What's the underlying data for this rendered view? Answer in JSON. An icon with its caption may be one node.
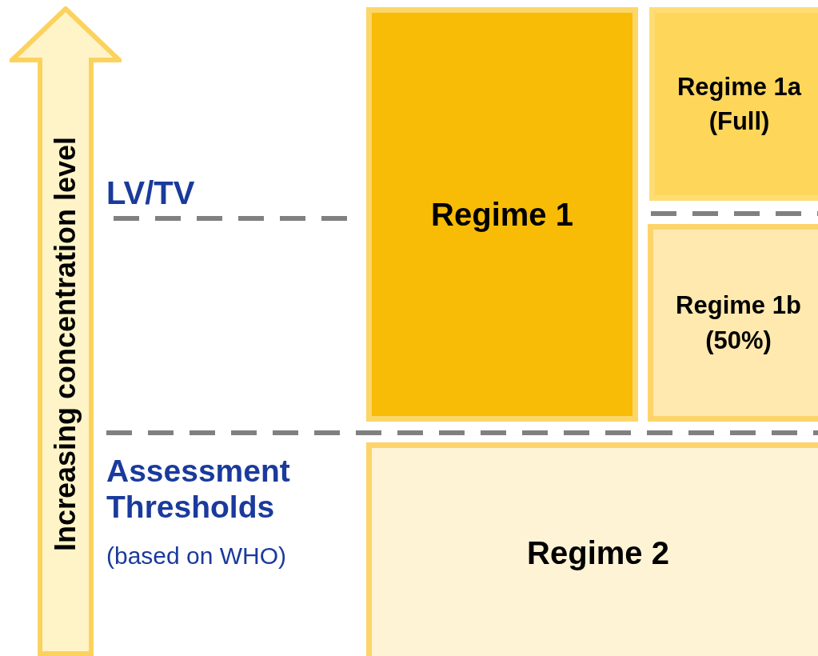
{
  "diagram": {
    "nodes": [
      {
        "text": [
          "Increasing concentration level"
        ]
      },
      {
        "text": [
          "Regime 1"
        ]
      },
      {
        "text": [
          "Regime 1a (Full)"
        ]
      },
      {
        "text": [
          "Regime 1b (50%)"
        ]
      },
      {
        "text": [
          "Regime 2"
        ]
      }
    ],
    "labels": [
      "LV/TV",
      "Assessment Thresholds",
      "(based on WHO)"
    ]
  }
}
